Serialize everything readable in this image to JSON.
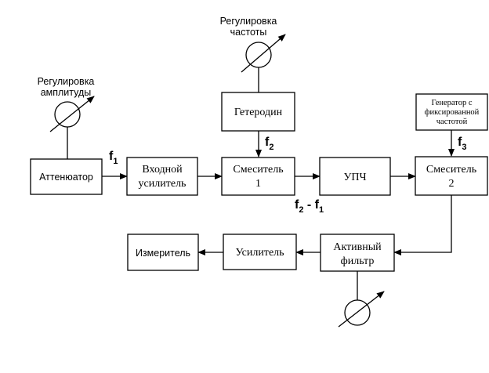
{
  "blocks": {
    "attenuator": "Аттенюатор",
    "input_amp": [
      "Входной",
      "усилитель"
    ],
    "mixer1": [
      "Смеситель",
      "1"
    ],
    "heterodyne": "Гетеродин",
    "ipc": "УПЧ",
    "mixer2": [
      "Смеситель",
      "2"
    ],
    "fixed_gen": [
      "Генератор с",
      "фиксированной",
      "частотой"
    ],
    "active_filter": [
      "Активный",
      "фильтр"
    ],
    "amplifier": "Усилитель",
    "meter": "Измеритель"
  },
  "controls": {
    "amplitude": [
      "Регулировка",
      "амплитуды"
    ],
    "frequency": [
      "Регулировка",
      "частоты"
    ]
  },
  "signals": {
    "f1": {
      "base": "f",
      "sub": "1"
    },
    "f2": {
      "base": "f",
      "sub": "2"
    },
    "f3": {
      "base": "f",
      "sub": "3"
    },
    "diff": {
      "base1": "f",
      "sub1": "2",
      "minus": " - ",
      "base2": "f",
      "sub2": "1"
    }
  }
}
